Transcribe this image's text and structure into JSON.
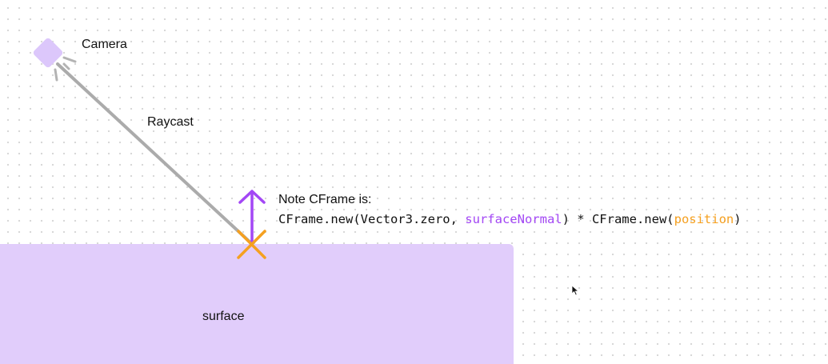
{
  "labels": {
    "camera": "Camera",
    "raycast": "Raycast",
    "surface": "surface",
    "note_title": "Note CFrame is:"
  },
  "code": {
    "prefix": "CFrame.new(Vector3.zero, ",
    "highlight": "surfaceNormal",
    "middle": ") * CFrame.new(",
    "position": "position",
    "suffix": ")"
  },
  "colors": {
    "surface_fill": "#e1cdfb",
    "camera_fill": "#dcc7fb",
    "ray_line": "#ababab",
    "normal_arrow": "#a347f5",
    "hit_marker": "#f5a020",
    "text": "#111111"
  },
  "icons": {
    "camera": "camera-diamond-icon",
    "normal": "arrow-up-icon",
    "hit_point": "x-mark-icon",
    "cursor": "pointer-cursor-icon"
  }
}
